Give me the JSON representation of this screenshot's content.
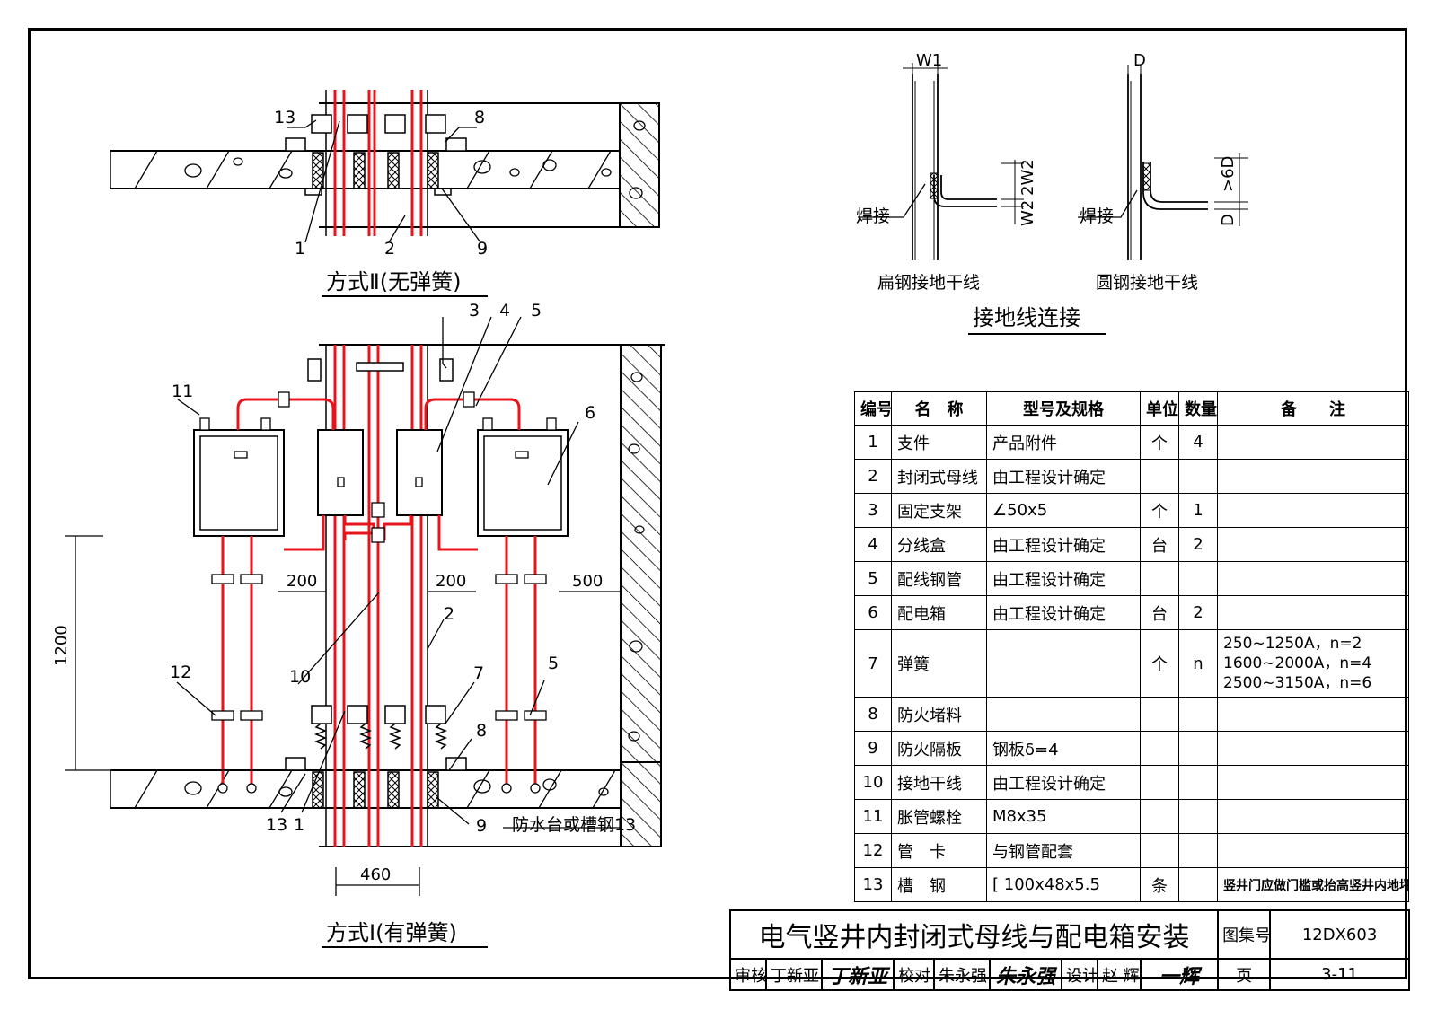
{
  "sheet": {
    "title": "电气竖井内封闭式母线与配电箱安装",
    "atlas_label": "图集号",
    "atlas_no": "12DX603",
    "page_label": "页",
    "page_no": "3-11",
    "review_label": "审核",
    "reviewer": "丁新亚",
    "reviewer_sig": "丁新亚",
    "check_label": "校对",
    "checker": "朱永强",
    "checker_sig": "朱永强",
    "design_label": "设计",
    "designer": "赵 辉",
    "designer_sig": "一辉"
  },
  "views": {
    "method2_caption": "方式Ⅱ(无弹簧)",
    "method1_caption": "方式Ⅰ(有弹簧)",
    "ground_caption": "接地线连接",
    "flat_steel_caption": "扁钢接地干线",
    "round_steel_caption": "圆钢接地干线",
    "weld_label_1": "焊接",
    "weld_label_2": "焊接",
    "waterproof_label": "防水台或槽钢13"
  },
  "dimensions": {
    "d200a": "200",
    "d200b": "200",
    "d500": "500",
    "d1200": "1200",
    "d460": "460",
    "w1": "W1",
    "d": "D",
    "w2": "W2",
    "w2x2": "2W2",
    "d6": ">6D",
    "dd": "D"
  },
  "callouts": {
    "c13a": "13",
    "c8a": "8",
    "c1a": "1",
    "c2a": "2",
    "c9a": "9",
    "c3": "3",
    "c4": "4",
    "c5a": "5",
    "c11": "11",
    "c6": "6",
    "c12": "12",
    "c10": "10",
    "c2b": "2",
    "c7": "7",
    "c5b": "5",
    "c8b": "8",
    "c13b": "13",
    "c1b": "1",
    "c9b": "9"
  },
  "parts_table": {
    "headers": [
      "编号",
      "名　称",
      "型号及规格",
      "单位",
      "数量",
      "备　　注"
    ],
    "rows": [
      {
        "no": "1",
        "name": "支件",
        "spec": "产品附件",
        "unit": "个",
        "qty": "4",
        "note": ""
      },
      {
        "no": "2",
        "name": "封闭式母线",
        "spec": "由工程设计确定",
        "unit": "",
        "qty": "",
        "note": ""
      },
      {
        "no": "3",
        "name": "固定支架",
        "spec": "∠50x5",
        "unit": "个",
        "qty": "1",
        "note": ""
      },
      {
        "no": "4",
        "name": "分线盒",
        "spec": "由工程设计确定",
        "unit": "台",
        "qty": "2",
        "note": ""
      },
      {
        "no": "5",
        "name": "配线钢管",
        "spec": "由工程设计确定",
        "unit": "",
        "qty": "",
        "note": ""
      },
      {
        "no": "6",
        "name": "配电箱",
        "spec": "由工程设计确定",
        "unit": "台",
        "qty": "2",
        "note": ""
      },
      {
        "no": "7",
        "name": "弹簧",
        "spec": "",
        "unit": "个",
        "qty": "n",
        "note1": "250~1250A，n=2",
        "note2": "1600~2000A，n=4",
        "note3": "2500~3150A，n=6"
      },
      {
        "no": "8",
        "name": "防火堵料",
        "spec": "",
        "unit": "",
        "qty": "",
        "note": ""
      },
      {
        "no": "9",
        "name": "防火隔板",
        "spec": "钢板δ=4",
        "unit": "",
        "qty": "",
        "note": ""
      },
      {
        "no": "10",
        "name": "接地干线",
        "spec": "由工程设计确定",
        "unit": "",
        "qty": "",
        "note": ""
      },
      {
        "no": "11",
        "name": "胀管螺栓",
        "spec": "M8x35",
        "unit": "",
        "qty": "",
        "note": ""
      },
      {
        "no": "12",
        "name": "管　卡",
        "spec": "与钢管配套",
        "unit": "",
        "qty": "",
        "note": ""
      },
      {
        "no": "13",
        "name": "槽　钢",
        "spec": "[ 100x48x5.5",
        "unit": "条",
        "qty": "",
        "note": "竖井门应做门槛或抬高竖井内地坪"
      }
    ]
  },
  "colors": {
    "line": "#000000",
    "busbar_red": "#e8141b"
  }
}
